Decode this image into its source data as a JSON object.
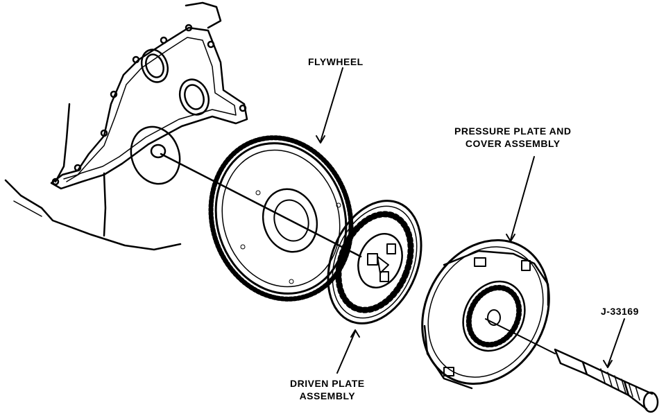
{
  "labels": {
    "flywheel": "FLYWHEEL",
    "pressure_plate_line1": "PRESSURE PLATE AND",
    "pressure_plate_line2": "COVER ASSEMBLY",
    "driven_plate_line1": "DRIVEN PLATE",
    "driven_plate_line2": "ASSEMBLY",
    "tool": "J-33169"
  },
  "colors": {
    "ink": "#000000",
    "paper": "#ffffff"
  }
}
